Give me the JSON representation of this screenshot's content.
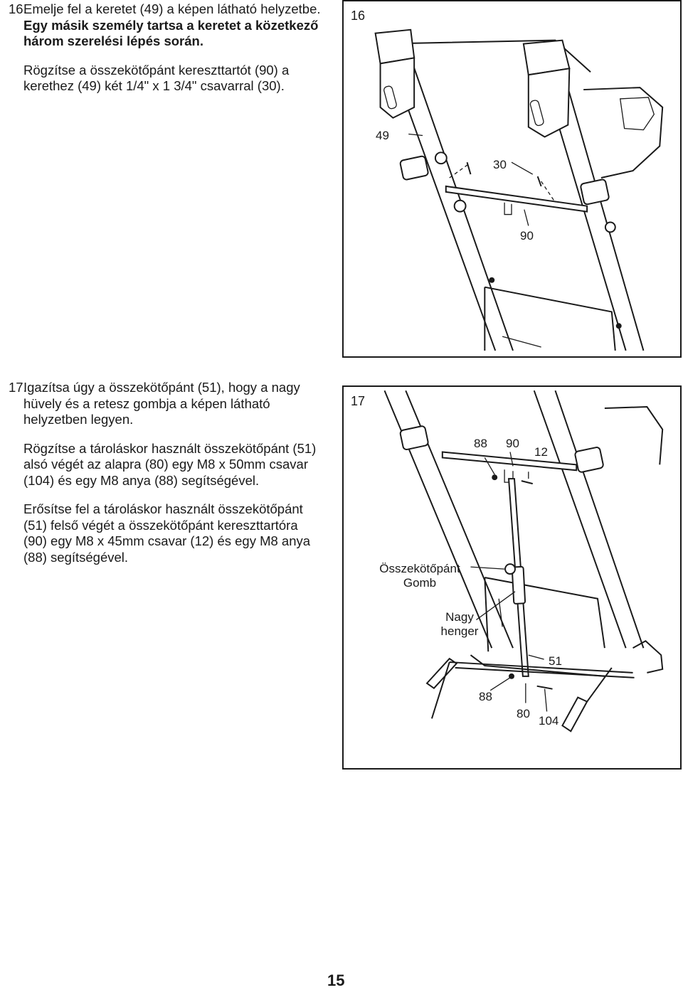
{
  "step16": {
    "number": "16.",
    "line1_plain": "Emelje fel a keretet (49) a képen látható helyzetbe.",
    "line1_bold": "Egy másik személy tartsa a keretet a közetkező három szerelési lépés során.",
    "para2": "Rögzítse a összekötőpánt kereszttartót (90) a kerethez (49) két 1/4\" x 1 3/4\" csavarral (30)."
  },
  "step17": {
    "number": "17.",
    "para1": "Igazítsa úgy a összekötőpánt (51), hogy a nagy hüvely és a retesz gombja a képen látható helyzetben legyen.",
    "para2": "Rögzítse a tároláskor használt összekötőpánt (51) alsó végét az alapra (80) egy M8 x 50mm csavar (104) és egy M8 anya (88) segítségével.",
    "para3": "Erősítse fel a tároláskor használt összekötőpánt (51) felső végét a összekötőpánt kereszttartóra (90) egy M8 x 45mm csavar (12) és egy M8 anya (88) segítségével."
  },
  "figure16": {
    "label": "16",
    "callouts": {
      "frame": "49",
      "bolt": "30",
      "crossbar": "90"
    }
  },
  "figure17": {
    "label": "17",
    "callouts": {
      "nut_top": "88",
      "crossbar": "90",
      "bolt_top": "12",
      "button_line1": "Összekötőpánt",
      "button_line2": "Gomb",
      "sleeve_line1": "Nagy",
      "sleeve_line2": "henger",
      "strap": "51",
      "nut_bottom": "88",
      "base": "80",
      "bolt_bottom": "104"
    }
  },
  "page_number": "15"
}
